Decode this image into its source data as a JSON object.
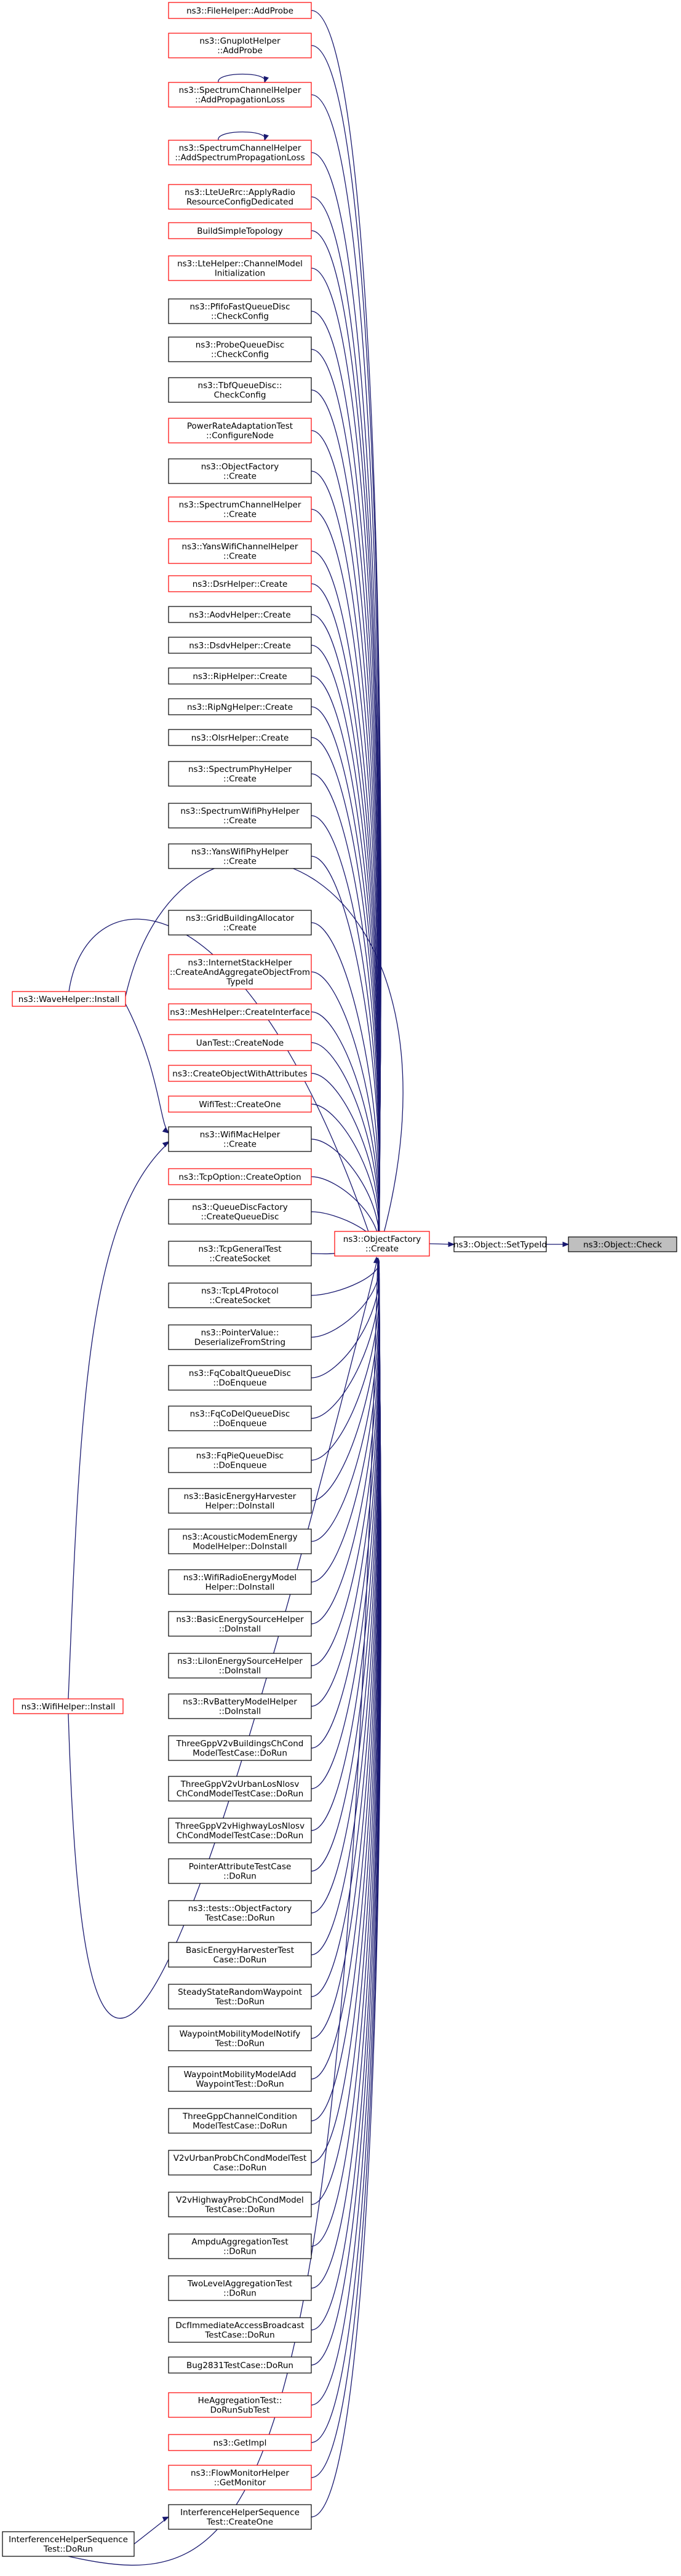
{
  "colors": {
    "edge": "#191970",
    "red_border": "#ff0000",
    "black_border": "#000000",
    "focus_fill": "#bfbfbf",
    "text": "#000000"
  },
  "focus": {
    "label": [
      "ns3::Object::Check"
    ]
  },
  "intermediate": [
    {
      "label": [
        "ns3::Object::SetTypeId"
      ],
      "border": "black"
    },
    {
      "label": [
        "ns3::ObjectFactory",
        "::Create"
      ],
      "border": "red"
    }
  ],
  "callers": [
    {
      "label": [
        "ns3::FileHelper::AddProbe"
      ],
      "border": "red"
    },
    {
      "label": [
        "ns3::GnuplotHelper",
        "::AddProbe"
      ],
      "border": "red"
    },
    {
      "label": [
        "ns3::SpectrumChannelHelper",
        "::AddPropagationLoss"
      ],
      "border": "red",
      "self_loop": true
    },
    {
      "label": [
        "ns3::SpectrumChannelHelper",
        "::AddSpectrumPropagationLoss"
      ],
      "border": "red",
      "self_loop": true
    },
    {
      "label": [
        "ns3::LteUeRrc::ApplyRadio",
        "ResourceConfigDedicated"
      ],
      "border": "red"
    },
    {
      "label": [
        "BuildSimpleTopology"
      ],
      "border": "red"
    },
    {
      "label": [
        "ns3::LteHelper::ChannelModel",
        "Initialization"
      ],
      "border": "red"
    },
    {
      "label": [
        "ns3::PfifoFastQueueDisc",
        "::CheckConfig"
      ],
      "border": "black"
    },
    {
      "label": [
        "ns3::ProbeQueueDisc",
        "::CheckConfig"
      ],
      "border": "black"
    },
    {
      "label": [
        "ns3::TbfQueueDisc::",
        "CheckConfig"
      ],
      "border": "black"
    },
    {
      "label": [
        "PowerRateAdaptationTest",
        "::ConfigureNode"
      ],
      "border": "red"
    },
    {
      "label": [
        "ns3::ObjectFactory",
        "::Create"
      ],
      "border": "black"
    },
    {
      "label": [
        "ns3::SpectrumChannelHelper",
        "::Create"
      ],
      "border": "red"
    },
    {
      "label": [
        "ns3::YansWifiChannelHelper",
        "::Create"
      ],
      "border": "red"
    },
    {
      "label": [
        "ns3::DsrHelper::Create"
      ],
      "border": "red"
    },
    {
      "label": [
        "ns3::AodvHelper::Create"
      ],
      "border": "black"
    },
    {
      "label": [
        "ns3::DsdvHelper::Create"
      ],
      "border": "black"
    },
    {
      "label": [
        "ns3::RipHelper::Create"
      ],
      "border": "black"
    },
    {
      "label": [
        "ns3::RipNgHelper::Create"
      ],
      "border": "black"
    },
    {
      "label": [
        "ns3::OlsrHelper::Create"
      ],
      "border": "black"
    },
    {
      "label": [
        "ns3::SpectrumPhyHelper",
        "::Create"
      ],
      "border": "black"
    },
    {
      "label": [
        "ns3::SpectrumWifiPhyHelper",
        "::Create"
      ],
      "border": "black"
    },
    {
      "label": [
        "ns3::YansWifiPhyHelper",
        "::Create"
      ],
      "border": "black"
    },
    {
      "label": [
        "ns3::GridBuildingAllocator",
        "::Create"
      ],
      "border": "black"
    },
    {
      "label": [
        "ns3::InternetStackHelper",
        "::CreateAndAggregateObjectFrom",
        "TypeId"
      ],
      "border": "red"
    },
    {
      "label": [
        "ns3::MeshHelper::CreateInterface"
      ],
      "border": "red"
    },
    {
      "label": [
        "UanTest::CreateNode"
      ],
      "border": "red"
    },
    {
      "label": [
        "ns3::CreateObjectWithAttributes"
      ],
      "border": "red"
    },
    {
      "label": [
        "WifiTest::CreateOne"
      ],
      "border": "red"
    },
    {
      "label": [
        "ns3::WifiMacHelper",
        "::Create"
      ],
      "border": "black"
    },
    {
      "label": [
        "ns3::TcpOption::CreateOption"
      ],
      "border": "red"
    },
    {
      "label": [
        "ns3::QueueDiscFactory",
        "::CreateQueueDisc"
      ],
      "border": "black"
    },
    {
      "label": [
        "ns3::TcpGeneralTest",
        "::CreateSocket"
      ],
      "border": "black"
    },
    {
      "label": [
        "ns3::TcpL4Protocol",
        "::CreateSocket"
      ],
      "border": "black"
    },
    {
      "label": [
        "ns3::PointerValue::",
        "DeserializeFromString"
      ],
      "border": "black"
    },
    {
      "label": [
        "ns3::FqCobaltQueueDisc",
        "::DoEnqueue"
      ],
      "border": "black"
    },
    {
      "label": [
        "ns3::FqCoDelQueueDisc",
        "::DoEnqueue"
      ],
      "border": "black"
    },
    {
      "label": [
        "ns3::FqPieQueueDisc",
        "::DoEnqueue"
      ],
      "border": "black"
    },
    {
      "label": [
        "ns3::BasicEnergyHarvester",
        "Helper::DoInstall"
      ],
      "border": "black"
    },
    {
      "label": [
        "ns3::AcousticModemEnergy",
        "ModelHelper::DoInstall"
      ],
      "border": "black"
    },
    {
      "label": [
        "ns3::WifiRadioEnergyModel",
        "Helper::DoInstall"
      ],
      "border": "black"
    },
    {
      "label": [
        "ns3::BasicEnergySourceHelper",
        "::DoInstall"
      ],
      "border": "black"
    },
    {
      "label": [
        "ns3::LiIonEnergySourceHelper",
        "::DoInstall"
      ],
      "border": "black"
    },
    {
      "label": [
        "ns3::RvBatteryModelHelper",
        "::DoInstall"
      ],
      "border": "black"
    },
    {
      "label": [
        "ThreeGppV2vBuildingsChCond",
        "ModelTestCase::DoRun"
      ],
      "border": "black"
    },
    {
      "label": [
        "ThreeGppV2vUrbanLosNlosv",
        "ChCondModelTestCase::DoRun"
      ],
      "border": "black"
    },
    {
      "label": [
        "ThreeGppV2vHighwayLosNlosv",
        "ChCondModelTestCase::DoRun"
      ],
      "border": "black"
    },
    {
      "label": [
        "PointerAttributeTestCase",
        "::DoRun"
      ],
      "border": "black"
    },
    {
      "label": [
        "ns3::tests::ObjectFactory",
        "TestCase::DoRun"
      ],
      "border": "black"
    },
    {
      "label": [
        "BasicEnergyHarvesterTest",
        "Case::DoRun"
      ],
      "border": "black"
    },
    {
      "label": [
        "SteadyStateRandomWaypoint",
        "Test::DoRun"
      ],
      "border": "black"
    },
    {
      "label": [
        "WaypointMobilityModelNotify",
        "Test::DoRun"
      ],
      "border": "black"
    },
    {
      "label": [
        "WaypointMobilityModelAdd",
        "WaypointTest::DoRun"
      ],
      "border": "black"
    },
    {
      "label": [
        "ThreeGppChannelCondition",
        "ModelTestCase::DoRun"
      ],
      "border": "black"
    },
    {
      "label": [
        "V2vUrbanProbChCondModelTest",
        "Case::DoRun"
      ],
      "border": "black"
    },
    {
      "label": [
        "V2vHighwayProbChCondModel",
        "TestCase::DoRun"
      ],
      "border": "black"
    },
    {
      "label": [
        "AmpduAggregationTest",
        "::DoRun"
      ],
      "border": "black"
    },
    {
      "label": [
        "TwoLevelAggregationTest",
        "::DoRun"
      ],
      "border": "black"
    },
    {
      "label": [
        "DcfImmediateAccessBroadcast",
        "TestCase::DoRun"
      ],
      "border": "black"
    },
    {
      "label": [
        "Bug2831TestCase::DoRun"
      ],
      "border": "black"
    },
    {
      "label": [
        "HeAggregationTest::",
        "DoRunSubTest"
      ],
      "border": "red"
    },
    {
      "label": [
        "ns3::GetImpl"
      ],
      "border": "red"
    },
    {
      "label": [
        "ns3::FlowMonitorHelper",
        "::GetMonitor"
      ],
      "border": "red"
    },
    {
      "label": [
        "InterferenceHelperSequence",
        "Test::CreateOne"
      ],
      "border": "black"
    }
  ],
  "left_nodes": [
    {
      "label": [
        "ns3::WaveHelper::Install"
      ],
      "border": "red"
    },
    {
      "label": [
        "ns3::WifiHelper::Install"
      ],
      "border": "red"
    },
    {
      "label": [
        "InterferenceHelperSequence",
        "Test::DoRun"
      ],
      "border": "black"
    }
  ]
}
